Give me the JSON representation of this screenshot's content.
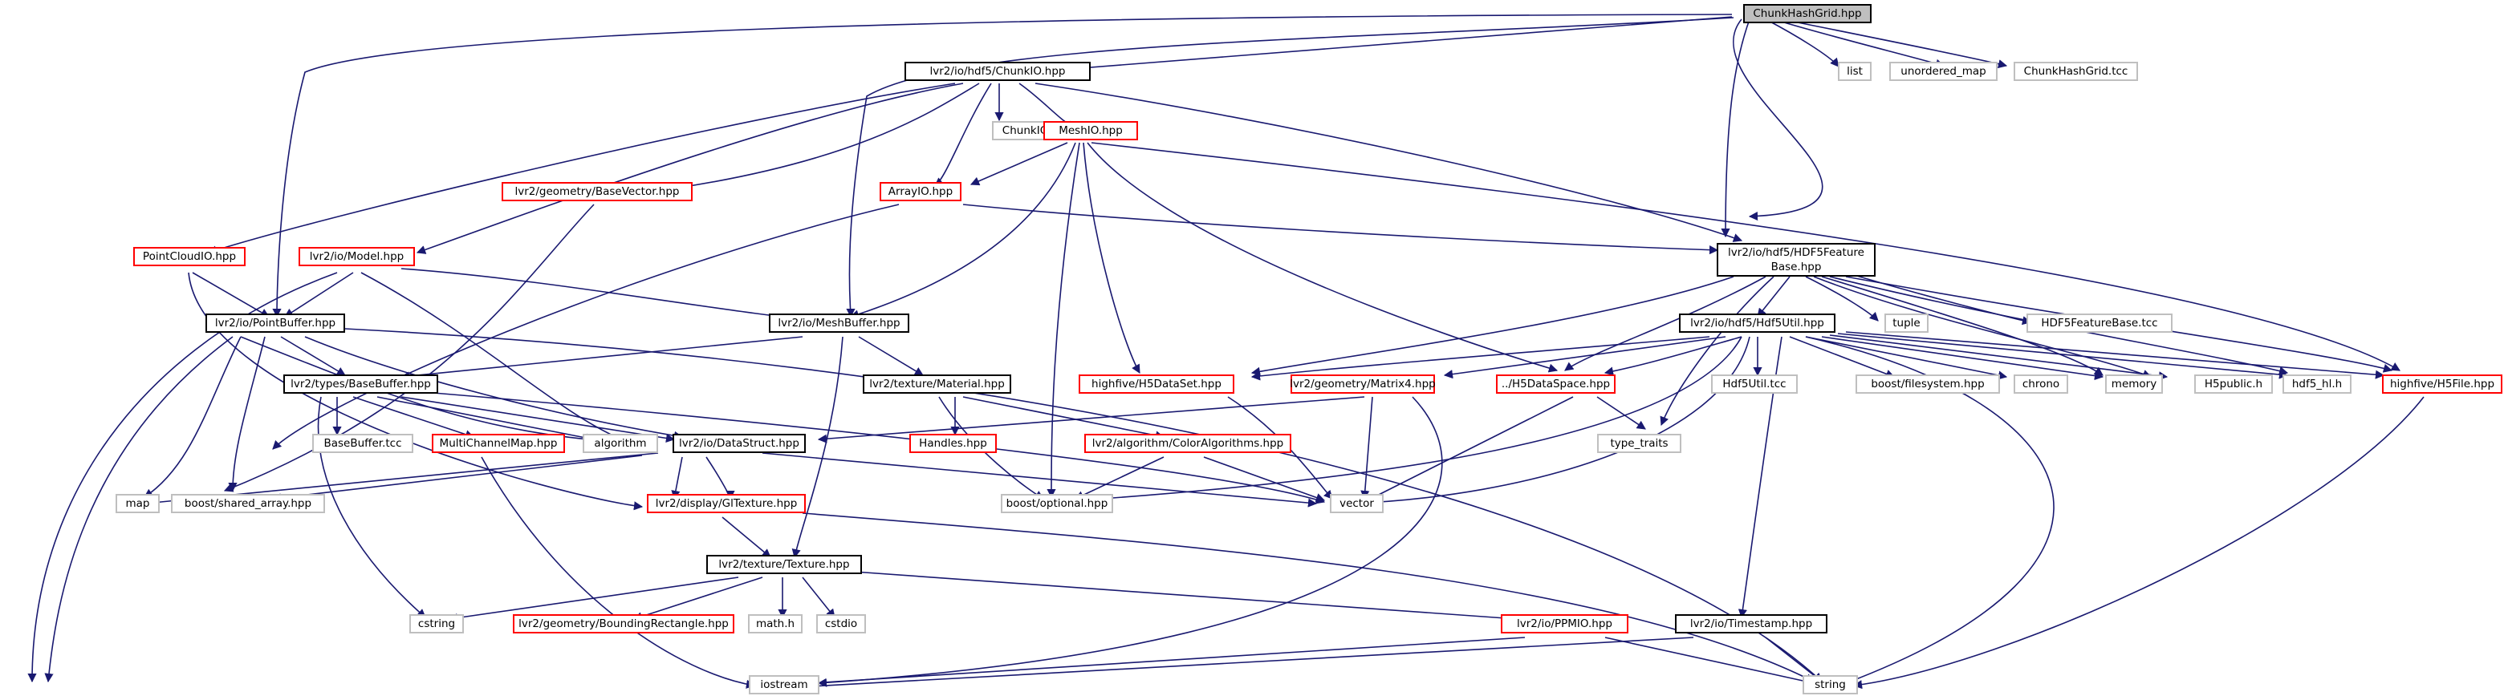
{
  "graph": {
    "nodes": [
      {
        "id": "root",
        "label": "ChunkHashGrid.hpp",
        "style": "root"
      },
      {
        "id": "chunkio",
        "label": "lvr2/io/hdf5/ChunkIO.hpp",
        "style": "black"
      },
      {
        "id": "list",
        "label": "list",
        "style": "gray"
      },
      {
        "id": "umap",
        "label": "unordered_map",
        "style": "gray"
      },
      {
        "id": "chgtcc",
        "label": "ChunkHashGrid.tcc",
        "style": "gray"
      },
      {
        "id": "chunkiotcc",
        "label": "ChunkIO.tcc",
        "style": "gray"
      },
      {
        "id": "meshio",
        "label": "MeshIO.hpp",
        "style": "red"
      },
      {
        "id": "basevector",
        "label": "lvr2/geometry/BaseVector.hpp",
        "style": "red"
      },
      {
        "id": "arrayio",
        "label": "ArrayIO.hpp",
        "style": "red"
      },
      {
        "id": "pointcloudio",
        "label": "PointCloudIO.hpp",
        "style": "red"
      },
      {
        "id": "model",
        "label": "lvr2/io/Model.hpp",
        "style": "red"
      },
      {
        "id": "hdf5fb_1",
        "label": "lvr2/io/hdf5/HDF5Feature",
        "style": "black"
      },
      {
        "id": "hdf5fb_2",
        "label": "Base.hpp",
        "style": "black"
      },
      {
        "id": "pointbuffer",
        "label": "lvr2/io/PointBuffer.hpp",
        "style": "black"
      },
      {
        "id": "meshbuffer",
        "label": "lvr2/io/MeshBuffer.hpp",
        "style": "black"
      },
      {
        "id": "hdf5util",
        "label": "lvr2/io/hdf5/Hdf5Util.hpp",
        "style": "black"
      },
      {
        "id": "tuple",
        "label": "tuple",
        "style": "gray"
      },
      {
        "id": "hdf5fbtcc",
        "label": "HDF5FeatureBase.tcc",
        "style": "gray"
      },
      {
        "id": "basebuffer",
        "label": "lvr2/types/BaseBuffer.hpp",
        "style": "black"
      },
      {
        "id": "material",
        "label": "lvr2/texture/Material.hpp",
        "style": "black"
      },
      {
        "id": "h5dataset",
        "label": "highfive/H5DataSet.hpp",
        "style": "red"
      },
      {
        "id": "matrix4",
        "label": "lvr2/geometry/Matrix4.hpp",
        "style": "red"
      },
      {
        "id": "h5dataspace",
        "label": "../H5DataSpace.hpp",
        "style": "red"
      },
      {
        "id": "hdf5utiltcc",
        "label": "Hdf5Util.tcc",
        "style": "gray"
      },
      {
        "id": "boostfs",
        "label": "boost/filesystem.hpp",
        "style": "gray"
      },
      {
        "id": "chrono",
        "label": "chrono",
        "style": "gray"
      },
      {
        "id": "memory",
        "label": "memory",
        "style": "gray"
      },
      {
        "id": "h5public",
        "label": "H5public.h",
        "style": "gray"
      },
      {
        "id": "hdf5hl",
        "label": "hdf5_hl.h",
        "style": "gray"
      },
      {
        "id": "h5file",
        "label": "highfive/H5File.hpp",
        "style": "red"
      },
      {
        "id": "basebuffertcc",
        "label": "BaseBuffer.tcc",
        "style": "gray"
      },
      {
        "id": "multichannel",
        "label": "MultiChannelMap.hpp",
        "style": "red"
      },
      {
        "id": "algorithm",
        "label": "algorithm",
        "style": "gray"
      },
      {
        "id": "datastruct",
        "label": "lvr2/io/DataStruct.hpp",
        "style": "black"
      },
      {
        "id": "handles",
        "label": "Handles.hpp",
        "style": "red"
      },
      {
        "id": "coloralg",
        "label": "lvr2/algorithm/ColorAlgorithms.hpp",
        "style": "red"
      },
      {
        "id": "typetraits",
        "label": "type_traits",
        "style": "gray"
      },
      {
        "id": "map",
        "label": "map",
        "style": "gray"
      },
      {
        "id": "sharedarray",
        "label": "boost/shared_array.hpp",
        "style": "gray"
      },
      {
        "id": "gltexture",
        "label": "lvr2/display/GlTexture.hpp",
        "style": "red"
      },
      {
        "id": "optional",
        "label": "boost/optional.hpp",
        "style": "gray"
      },
      {
        "id": "vector",
        "label": "vector",
        "style": "gray"
      },
      {
        "id": "texture",
        "label": "lvr2/texture/Texture.hpp",
        "style": "black"
      },
      {
        "id": "cstring",
        "label": "cstring",
        "style": "gray"
      },
      {
        "id": "boundingrect",
        "label": "lvr2/geometry/BoundingRectangle.hpp",
        "style": "red"
      },
      {
        "id": "mathh",
        "label": "math.h",
        "style": "gray"
      },
      {
        "id": "cstdio",
        "label": "cstdio",
        "style": "gray"
      },
      {
        "id": "ppmio",
        "label": "lvr2/io/PPMIO.hpp",
        "style": "red"
      },
      {
        "id": "timestamp",
        "label": "lvr2/io/Timestamp.hpp",
        "style": "black"
      },
      {
        "id": "iostream",
        "label": "iostream",
        "style": "gray"
      },
      {
        "id": "string",
        "label": "string",
        "style": "gray"
      }
    ]
  },
  "colors": {
    "edge": "#191970",
    "black_border": "#000000",
    "red_border": "#ff0000",
    "gray_border": "#bfbfbf",
    "root_fill": "#bfbfbf"
  }
}
